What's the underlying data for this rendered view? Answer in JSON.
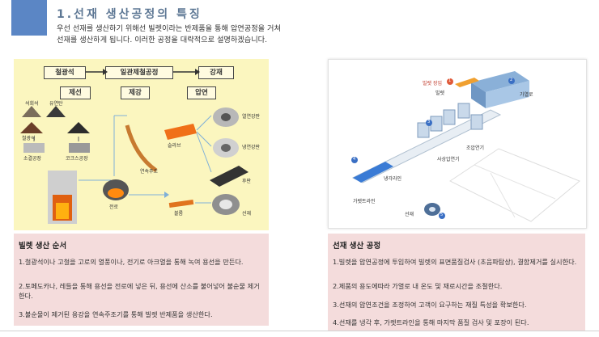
{
  "header": {
    "title": "1.선재 생산공정의 특징",
    "intro": [
      "우선 선재를 생산하기 위해선 빌렛이라는 반제품을 통해 압연공정을 거쳐",
      "선재를 생산하게 됩니다. 이러한 공정을 대략적으로 설명하겠습니다."
    ]
  },
  "left_diagram": {
    "top_labels": [
      "철광석",
      "일관제철공정",
      "강재"
    ],
    "stage_labels": [
      "제선",
      "제강",
      "압연"
    ],
    "materials": [
      "석회석",
      "유연탄",
      "철광석",
      "소결공장",
      "코크스공장",
      "전로",
      "연속주조",
      "슬라브",
      "블룸"
    ],
    "products": [
      "열연강판",
      "냉연강판",
      "후판",
      "선재"
    ]
  },
  "right_diagram": {
    "labels": [
      "빌렛 장입",
      "빌렛",
      "가열로",
      "조압연기",
      "사상압연기",
      "냉각라인",
      "가렛트라인",
      "선재"
    ],
    "markers": [
      "1",
      "2",
      "3",
      "4",
      "5"
    ]
  },
  "billet_box": {
    "heading": "빌렛 생산 순서",
    "items": [
      "1.철광석이나 고철을 고로의 열풍이나, 전기로 아크열을 통해 녹여 용선을 만든다.",
      "2.토페도카나, 레들을 통해 용선을 전로에 넣은 뒤, 용선에 산소를 불어넣어 불순물 제거한다.",
      "3.불순물이 제거된 용강을 연속주조기를 통해 빌렛 반제품을 생산한다."
    ]
  },
  "wire_box": {
    "heading": "선재 생산 공정",
    "items": [
      "1.빌렛을 압연공정에 투입하여 빌렛의 표면품질검사 (초음파탐상), 결함제거를 실시한다.",
      "2.제품의 용도에따라 가열로 내 온도 및 재로시간을 조절한다.",
      "3.선재의 압연조건을 조정하여 고객이 요구하는 재질 특성을 확보한다.",
      "4.선재를 냉각 후, 가렛트라인을 통해 마지막 품질 검사 및 포장이 된다."
    ]
  },
  "colors": {
    "accent": "#5b86c5",
    "title": "#5d7794",
    "box": "#f4dcdc",
    "diagram_bg": "#fbf6bf"
  }
}
